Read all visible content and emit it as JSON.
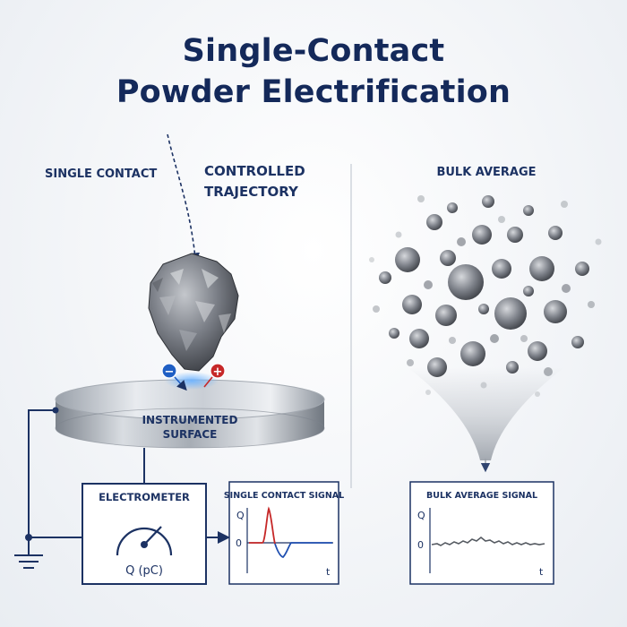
{
  "title": {
    "line1": "Single-Contact",
    "line2": "Powder Electrification"
  },
  "left": {
    "single_contact": "SINGLE CONTACT",
    "controlled_trajectory_1": "CONTROLLED",
    "controlled_trajectory_2": "TRAJECTORY",
    "surface_1": "INSTRUMENTED",
    "surface_2": "SURFACE",
    "electrometer": "ELECTROMETER",
    "meter_unit": "Q (pC)",
    "minus_sign": "−",
    "plus_sign": "+"
  },
  "single_signal": {
    "title": "SINGLE CONTACT SIGNAL",
    "y_label": "Q",
    "zero_label": "0",
    "x_label": "t"
  },
  "right": {
    "bulk_average": "BULK AVERAGE"
  },
  "bulk_signal": {
    "title": "BULK AVERAGE SIGNAL",
    "y_label": "Q",
    "zero_label": "0",
    "x_label": "t"
  },
  "colors": {
    "navy": "#1c3263",
    "signal_red": "#c62828",
    "signal_blue": "#1f4fb0",
    "minus_badge": "#1f5fc4",
    "plus_badge": "#c62828"
  },
  "icons": [
    "ground-icon",
    "gauge-icon",
    "arrow-icon"
  ]
}
